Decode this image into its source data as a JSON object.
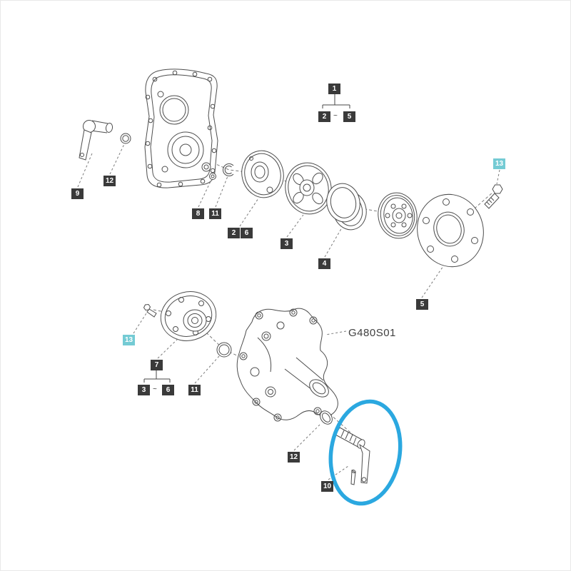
{
  "model_label": "G480S01",
  "tilde": "~",
  "colors": {
    "bg": "#ffffff",
    "line": "#4d4d4d",
    "dash": "#7a7a7a",
    "label_dark": "#3a3a3a",
    "label_teal": "#74cbd4",
    "label_text": "#ffffff",
    "highlight": "#2ba8e0"
  },
  "labels": [
    {
      "text": "1",
      "variant": "dark",
      "part": "assembly-group"
    },
    {
      "text": "2",
      "variant": "dark",
      "part": "range-start-top"
    },
    {
      "text": "5",
      "variant": "dark",
      "part": "range-end-top"
    },
    {
      "text": "9",
      "variant": "dark",
      "part": "shift-lever"
    },
    {
      "text": "12",
      "variant": "dark",
      "part": "o-ring-small-top"
    },
    {
      "text": "8",
      "variant": "dark",
      "part": "ball-plug"
    },
    {
      "text": "11",
      "variant": "dark",
      "part": "snap-ring-top"
    },
    {
      "text": "2",
      "variant": "dark",
      "part": "seal-cover"
    },
    {
      "text": "6",
      "variant": "dark",
      "part": "seal-cover"
    },
    {
      "text": "3",
      "variant": "dark",
      "part": "clutch-disc"
    },
    {
      "text": "4",
      "variant": "dark",
      "part": "friction-rings"
    },
    {
      "text": "5",
      "variant": "dark",
      "part": "mounting-flange"
    },
    {
      "text": "13",
      "variant": "teal",
      "part": "hex-bolt-right"
    },
    {
      "text": "13",
      "variant": "teal",
      "part": "hex-bolt-left"
    },
    {
      "text": "7",
      "variant": "dark",
      "part": "hub-flange"
    },
    {
      "text": "3",
      "variant": "dark",
      "part": "range-start-mid"
    },
    {
      "text": "6",
      "variant": "dark",
      "part": "range-end-mid"
    },
    {
      "text": "11",
      "variant": "dark",
      "part": "o-ring-mid"
    },
    {
      "text": "12",
      "variant": "dark",
      "part": "o-ring-bottom"
    },
    {
      "text": "10",
      "variant": "dark",
      "part": "control-lever"
    }
  ],
  "parts": [
    "side-cover-plate",
    "shift-lever",
    "o-ring-small",
    "ball-plug",
    "snap-ring",
    "seal-cover",
    "clutch-disc",
    "friction-rings",
    "clutch-pulley",
    "mounting-flange",
    "hex-bolt",
    "hub-flange",
    "o-ring",
    "gear-housing",
    "control-lever"
  ]
}
